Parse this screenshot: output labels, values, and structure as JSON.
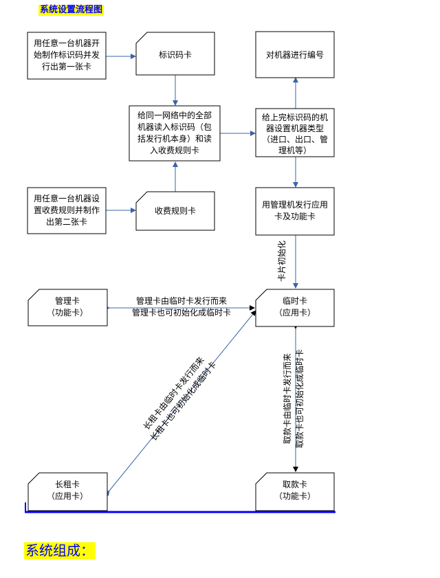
{
  "title": "系统设置流程图",
  "section_title": "系统组成：",
  "nodes": {
    "make_id_card": [
      "用任意一台机器开",
      "始制作标识码并发",
      "行出第一张卡"
    ],
    "id_card": [
      "标识码卡"
    ],
    "number_machines": [
      "对机器进行编号"
    ],
    "read_id": [
      "给同一网络中的全部",
      "机器读入标识码（包",
      "括发行机本身）和读",
      "入收费规则卡"
    ],
    "set_type": [
      "给上完标识码的机",
      "器设置机器类型",
      "（进口、出口、管",
      "理机等）"
    ],
    "make_rule_card": [
      "用任意一台机器设",
      "置收费规则并制作",
      "出第二张卡"
    ],
    "rule_card": [
      "收费规则卡"
    ],
    "issue_cards": [
      "用管理机发行应用",
      "卡及功能卡"
    ],
    "manage_card": [
      "管理卡",
      "（功能卡）"
    ],
    "temp_card": [
      "临时卡",
      "（应用卡）"
    ],
    "long_rent_card": [
      "长租卡",
      "（应用卡）"
    ],
    "withdraw_card": [
      "取款卡",
      "（功能卡）"
    ]
  },
  "edge_labels": {
    "card_init": "卡片初始化",
    "manage_from_temp": [
      "管理卡由临时卡发行而来",
      "管理卡也可初始化成临时卡"
    ],
    "long_from_temp": [
      "长租卡由临时卡发行而来",
      "长租卡也可初始化成临时卡"
    ],
    "withdraw_from_temp": [
      "取款卡由临时卡发行而来",
      "取款卡也可初始化成临时卡"
    ]
  }
}
